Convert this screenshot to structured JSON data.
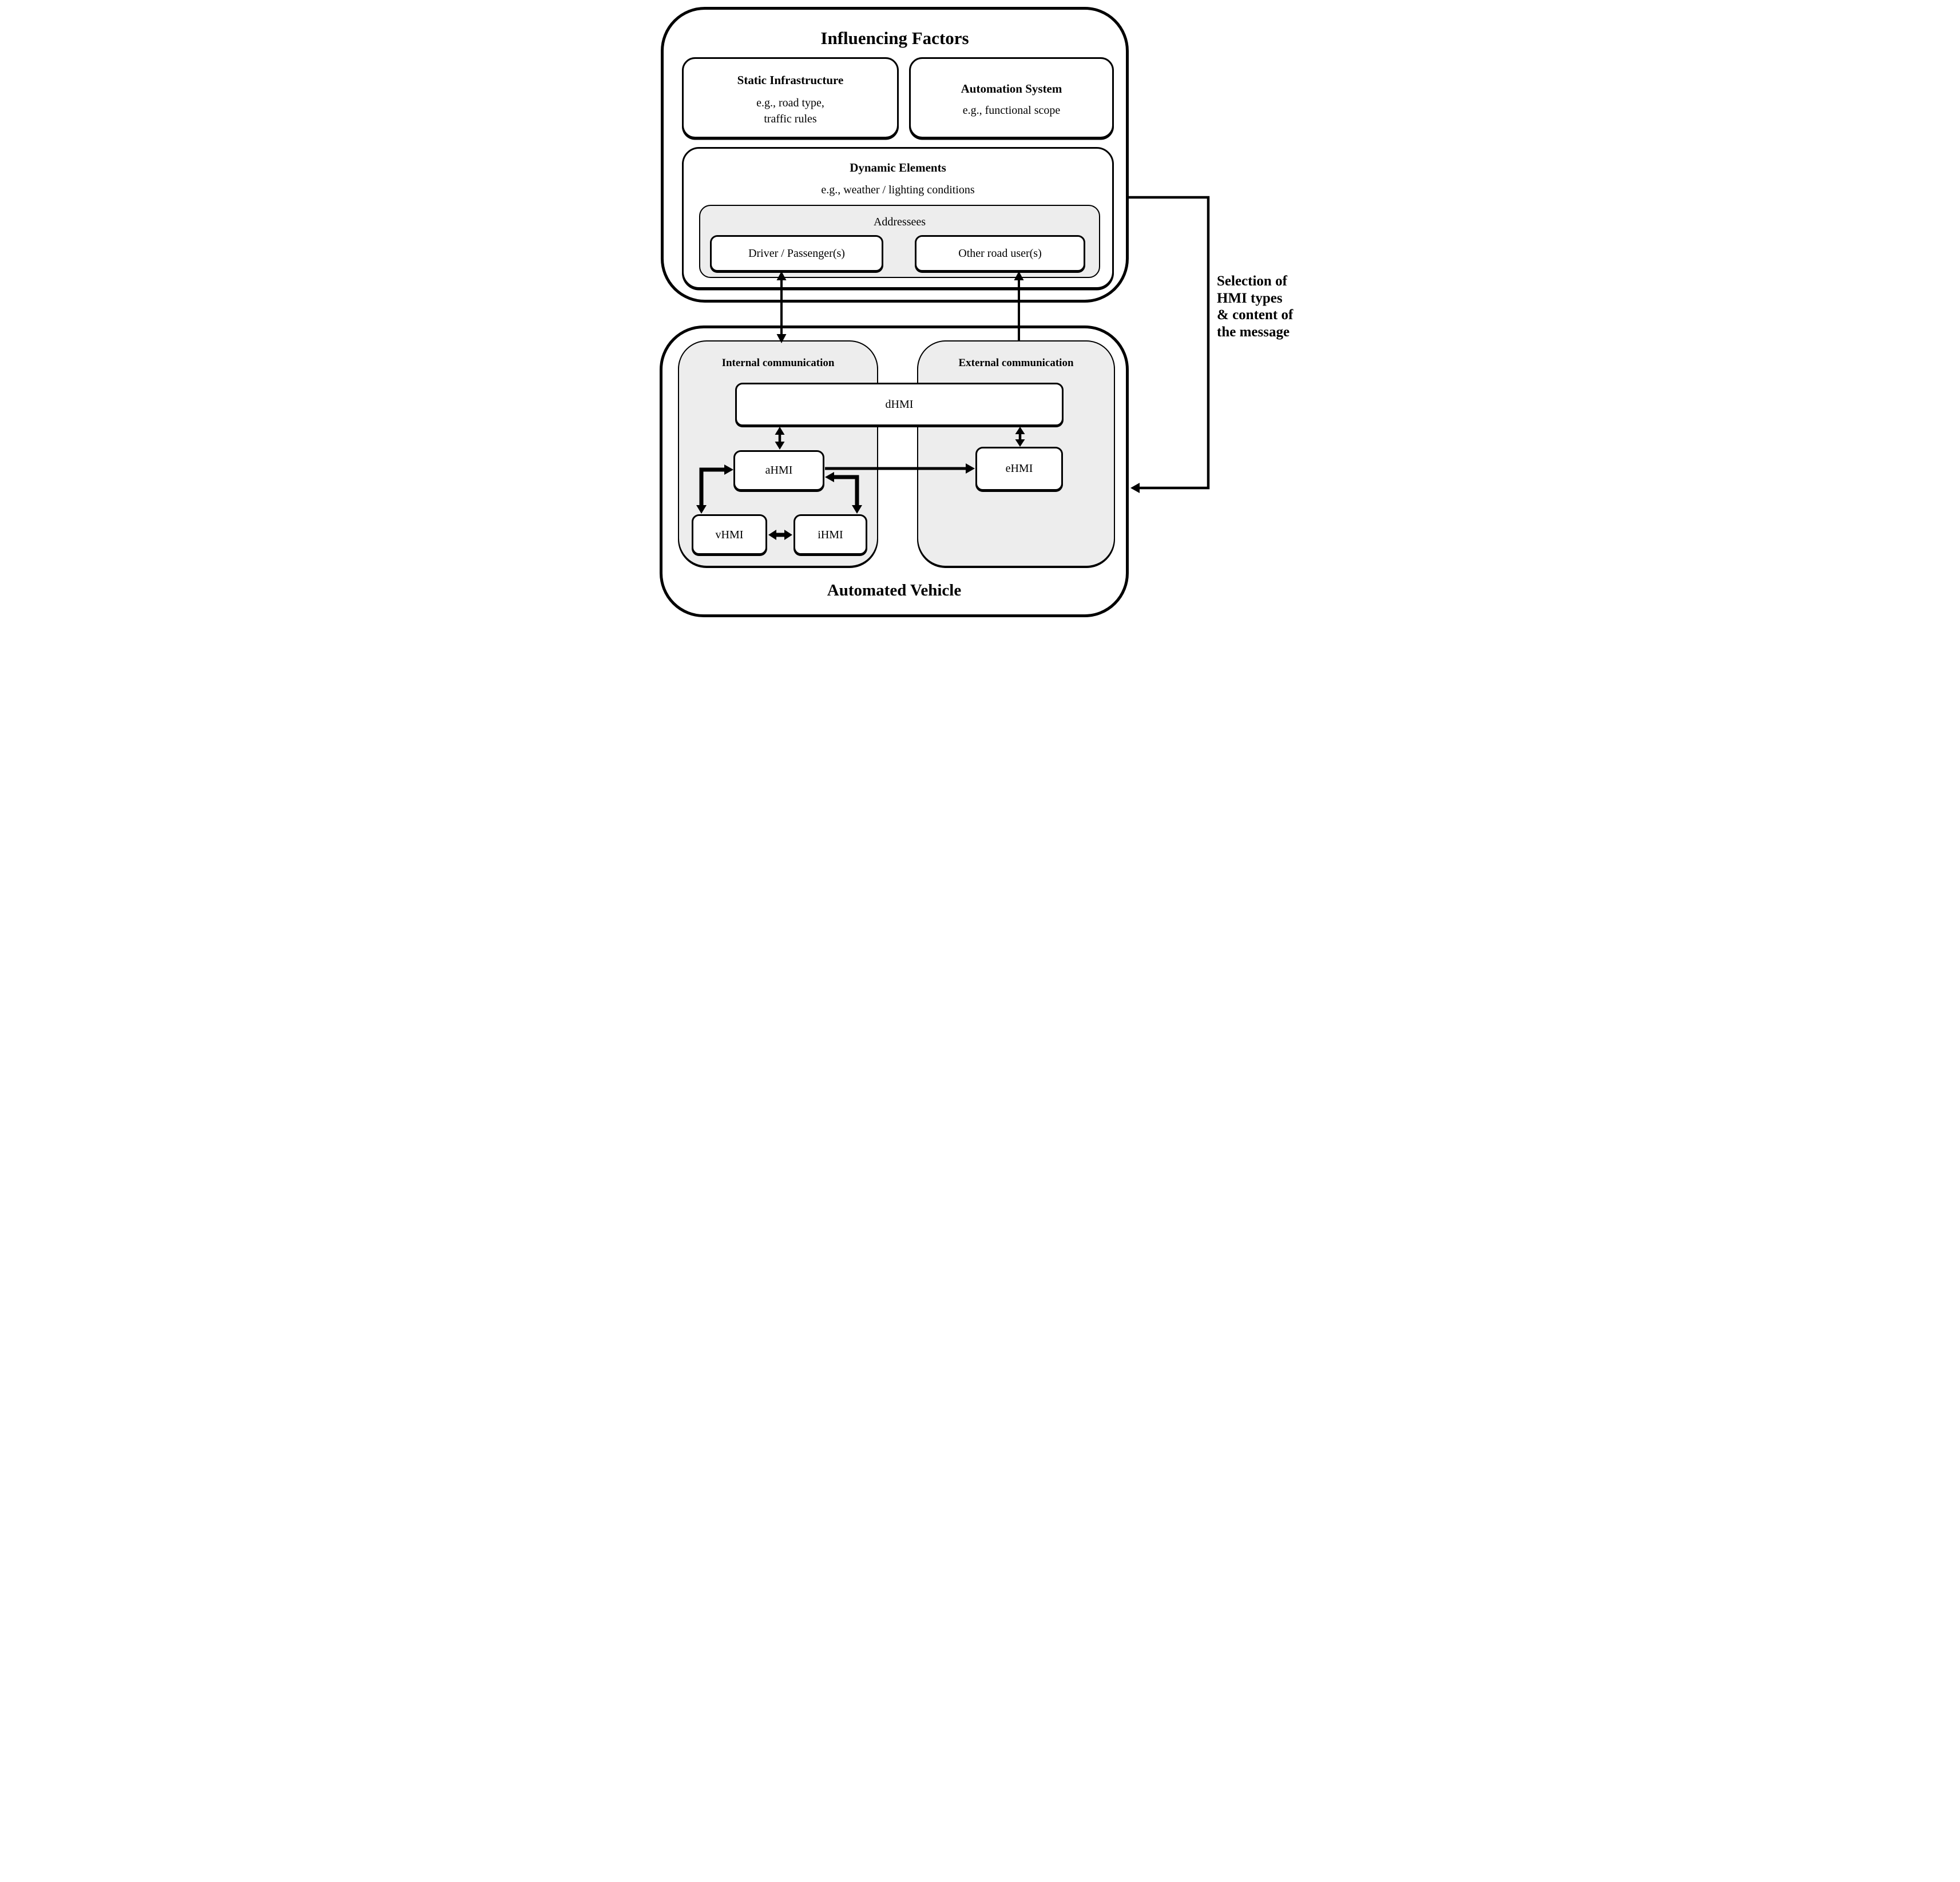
{
  "influencing_factors": {
    "title": "Influencing Factors",
    "static_infrastructure": {
      "title": "Static Infrastructure",
      "line1": "e.g., road type,",
      "line2": "traffic rules"
    },
    "automation_system": {
      "title": "Automation System",
      "line1": "e.g., functional scope"
    },
    "dynamic_elements": {
      "title": "Dynamic Elements",
      "line1": "e.g., weather / lighting conditions",
      "addressees": {
        "title": "Addressees",
        "driver_label": "Driver / Passenger(s)",
        "other_label": "Other road user(s)"
      }
    }
  },
  "automated_vehicle": {
    "title": "Automated Vehicle",
    "dhmi_label": "dHMI",
    "internal_communication": {
      "title": "Internal communication",
      "ahmi_label": "aHMI",
      "vhmi_label": "vHMI",
      "ihmi_label": "iHMI"
    },
    "external_communication": {
      "title": "External communication",
      "ehmi_label": "eHMI"
    }
  },
  "annotations": {
    "selection_note": [
      "Selection of",
      "HMI types",
      "& content of",
      "the message"
    ]
  },
  "colors": {
    "line": "#000000",
    "panel_fill": "#ededed",
    "background": "#ffffff"
  }
}
